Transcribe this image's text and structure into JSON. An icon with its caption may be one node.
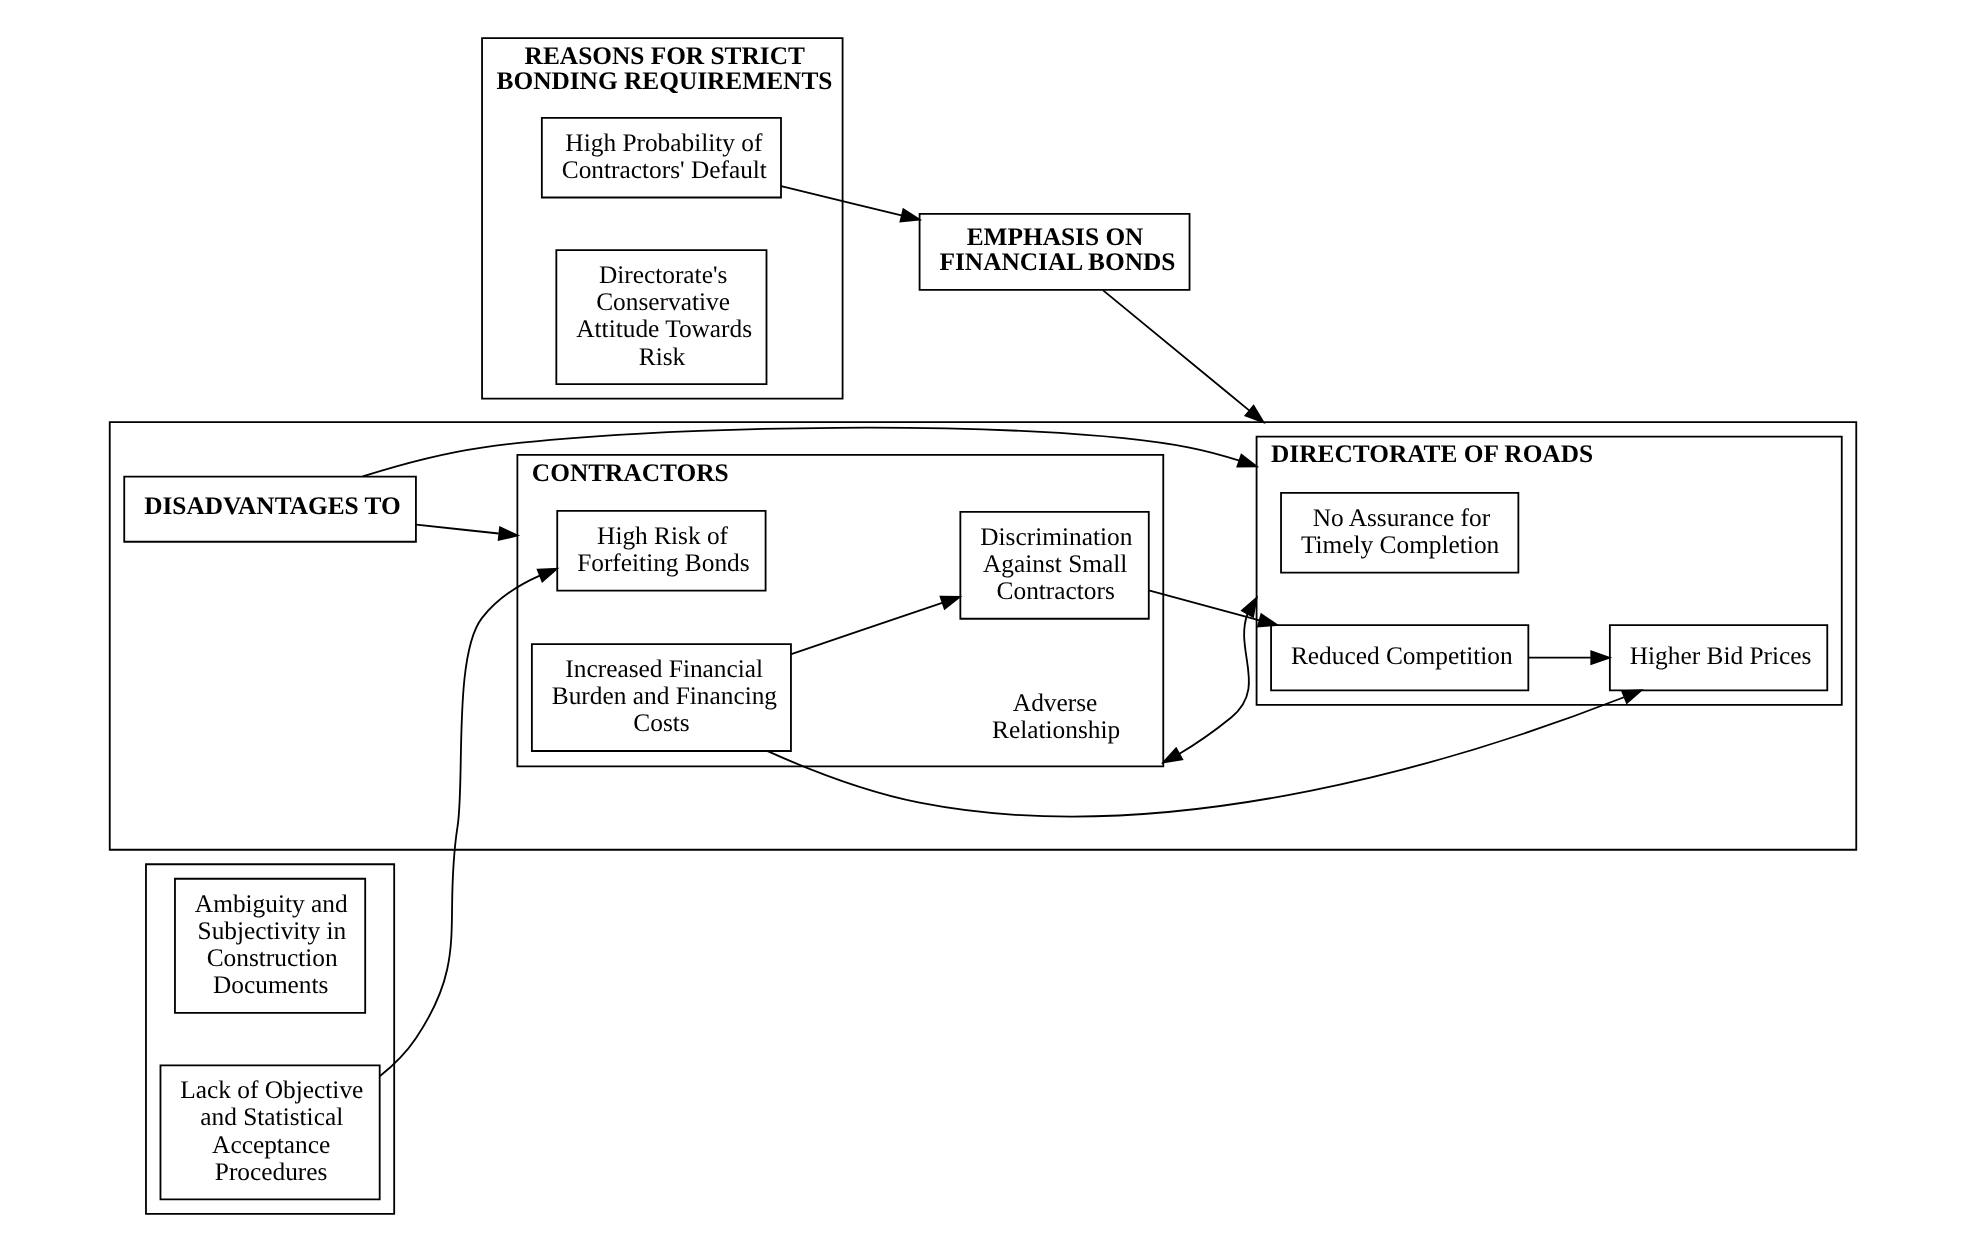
{
  "diagram": {
    "nodes": [
      {
        "text": [
          "REASONS FOR STRICT BONDING REQUIREMENTS"
        ]
      },
      {
        "text": [
          "High Probability of Contractors' Default"
        ],
        "in": 0
      },
      {
        "text": [
          "Directorate's Conservative Attitude Towards Risk"
        ],
        "in": 0
      },
      {
        "text": [
          "EMPHASIS ON FINANCIAL BONDS"
        ]
      },
      {
        "text": [],
        "shape": "box"
      },
      {
        "text": [
          "Ambiguity and Subjectivity in Construction Documents"
        ],
        "in": 4
      },
      {
        "text": [
          "Lack of Objective and Statistical Acceptance Procedures"
        ],
        "in": 4
      },
      {
        "text": [],
        "shape": "box"
      },
      {
        "text": [
          "DISADVANTAGES TO"
        ],
        "in": 7
      },
      {
        "text": [
          "CONTRACTORS"
        ],
        "in": 7
      },
      {
        "text": [
          "Increased Financial Burden and Financing Costs"
        ],
        "in": 9
      },
      {
        "text": [
          "Discrimination Against Small Contractors"
        ],
        "in": 9
      },
      {
        "text": [
          "High Risk of Forfeiting Bonds"
        ],
        "in": 9
      },
      {
        "text": [
          "DIRECTORATE OF ROADS"
        ],
        "in": 7
      },
      {
        "text": [
          "Higher Bid Prices"
        ],
        "in": 13
      },
      {
        "text": [
          "Reduced Competition"
        ],
        "in": 13
      },
      {
        "text": [
          "No Assurance for Timely Completion"
        ],
        "in": 13
      }
    ],
    "edges": [
      {
        "from": 1,
        "to": 3,
        "arrow": "to"
      },
      {
        "from": 3,
        "to": 7,
        "arrow": "to"
      },
      {
        "from": 8,
        "to": 9,
        "arrow": "to"
      },
      {
        "from": 8,
        "to": 13,
        "arrow": "to"
      },
      {
        "from": 9,
        "to": 13,
        "arrow": "both",
        "label": "Adverse Relationship"
      },
      {
        "from": 10,
        "to": 14,
        "arrow": "to"
      },
      {
        "from": 10,
        "to": 11,
        "arrow": "to"
      },
      {
        "from": 11,
        "to": 15,
        "arrow": "to"
      },
      {
        "from": 15,
        "to": 14,
        "arrow": "to"
      },
      {
        "from": 6,
        "to": 12,
        "arrow": "to"
      }
    ]
  }
}
